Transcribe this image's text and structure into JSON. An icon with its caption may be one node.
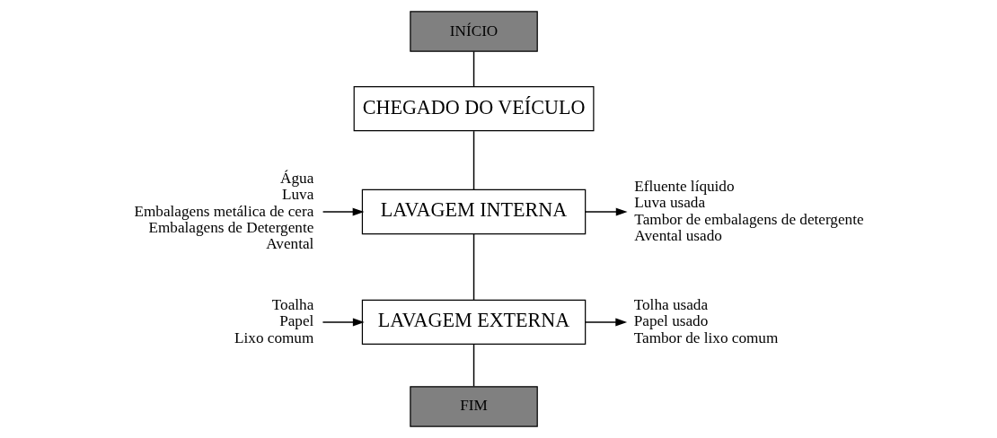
{
  "diagram": {
    "nodes": [
      {
        "text": [
          "INÍCIO"
        ]
      },
      {
        "text": [
          "CHEGADO DO VEÍCULO"
        ]
      },
      {
        "text": [
          "LAVAGEM INTERNA"
        ]
      },
      {
        "text": [
          "LAVAGEM EXTERNA"
        ]
      },
      {
        "text": [
          "FIM"
        ]
      },
      {
        "text": [
          "Água",
          "Luva",
          "Embalagens metálica de cera",
          "Embalagens de Detergente",
          "Avental"
        ]
      },
      {
        "text": [
          "Efluente líquido",
          "Luva usada",
          "Tambor de embalagens de detergente",
          "Avental usado"
        ]
      },
      {
        "text": [
          "Toalha",
          "Papel",
          "Lixo comum"
        ]
      },
      {
        "text": [
          "Tolha usada",
          "Papel usado",
          "Tambor de lixo comum"
        ]
      }
    ],
    "edges": [
      {
        "from": 0,
        "to": 1,
        "arrow": "none"
      },
      {
        "from": 1,
        "to": 2,
        "arrow": "none"
      },
      {
        "from": 2,
        "to": 3,
        "arrow": "none"
      },
      {
        "from": 3,
        "to": 4,
        "arrow": "none"
      },
      {
        "from": 5,
        "to": 2,
        "arrow": "to"
      },
      {
        "from": 2,
        "to": 6,
        "arrow": "to"
      },
      {
        "from": 7,
        "to": 3,
        "arrow": "to"
      },
      {
        "from": 3,
        "to": 8,
        "arrow": "to"
      }
    ]
  }
}
